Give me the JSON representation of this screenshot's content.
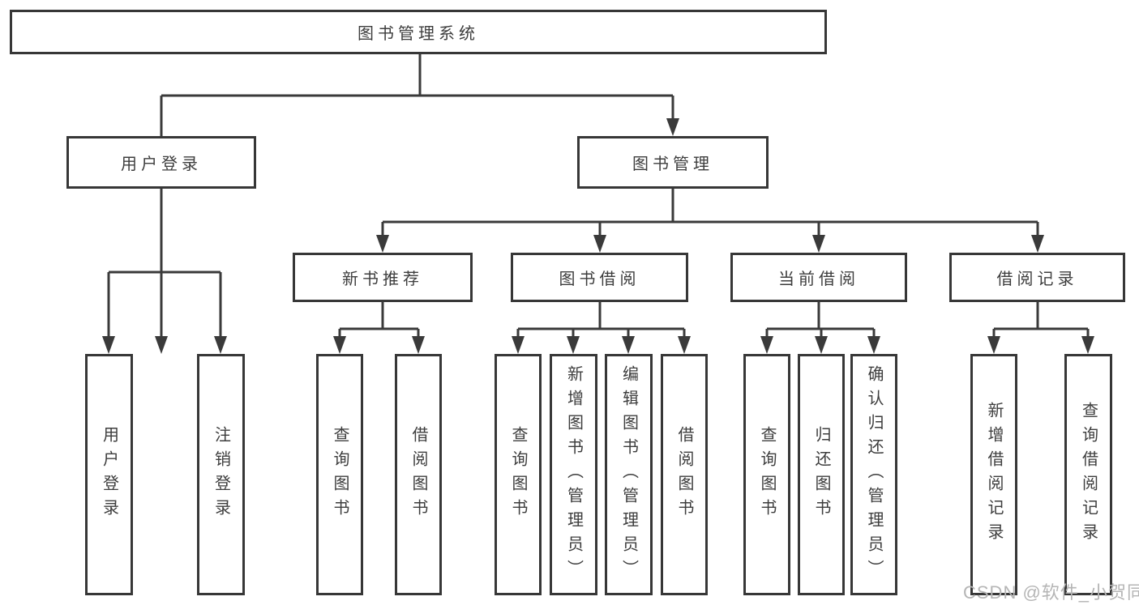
{
  "tree": {
    "label": "图书管理系统",
    "children": [
      {
        "label": "用户登录",
        "children": [
          {
            "label": "用户登录"
          },
          {
            "label": "注销登录"
          }
        ]
      },
      {
        "label": "图书管理",
        "children": [
          {
            "label": "新书推荐",
            "children": [
              {
                "label": "查询图书"
              },
              {
                "label": "借阅图书"
              }
            ]
          },
          {
            "label": "图书借阅",
            "children": [
              {
                "label": "查询图书"
              },
              {
                "label": "新增图书（管理员）"
              },
              {
                "label": "编辑图书（管理员）"
              },
              {
                "label": "借阅图书"
              }
            ]
          },
          {
            "label": "当前借阅",
            "children": [
              {
                "label": "查询图书"
              },
              {
                "label": "归还图书"
              },
              {
                "label": "确认归还（管理员）"
              }
            ]
          },
          {
            "label": "借阅记录",
            "children": [
              {
                "label": "新增借阅记录"
              },
              {
                "label": "查询借阅记录"
              }
            ]
          }
        ]
      }
    ]
  },
  "watermark": {
    "text": "CSDN @软件_小贺同学"
  },
  "colors": {
    "line": "#3a3a3a",
    "box_border": "#373737",
    "text": "#3d3d3d",
    "watermark": "#b5b5b5",
    "background": "#ffffff"
  }
}
